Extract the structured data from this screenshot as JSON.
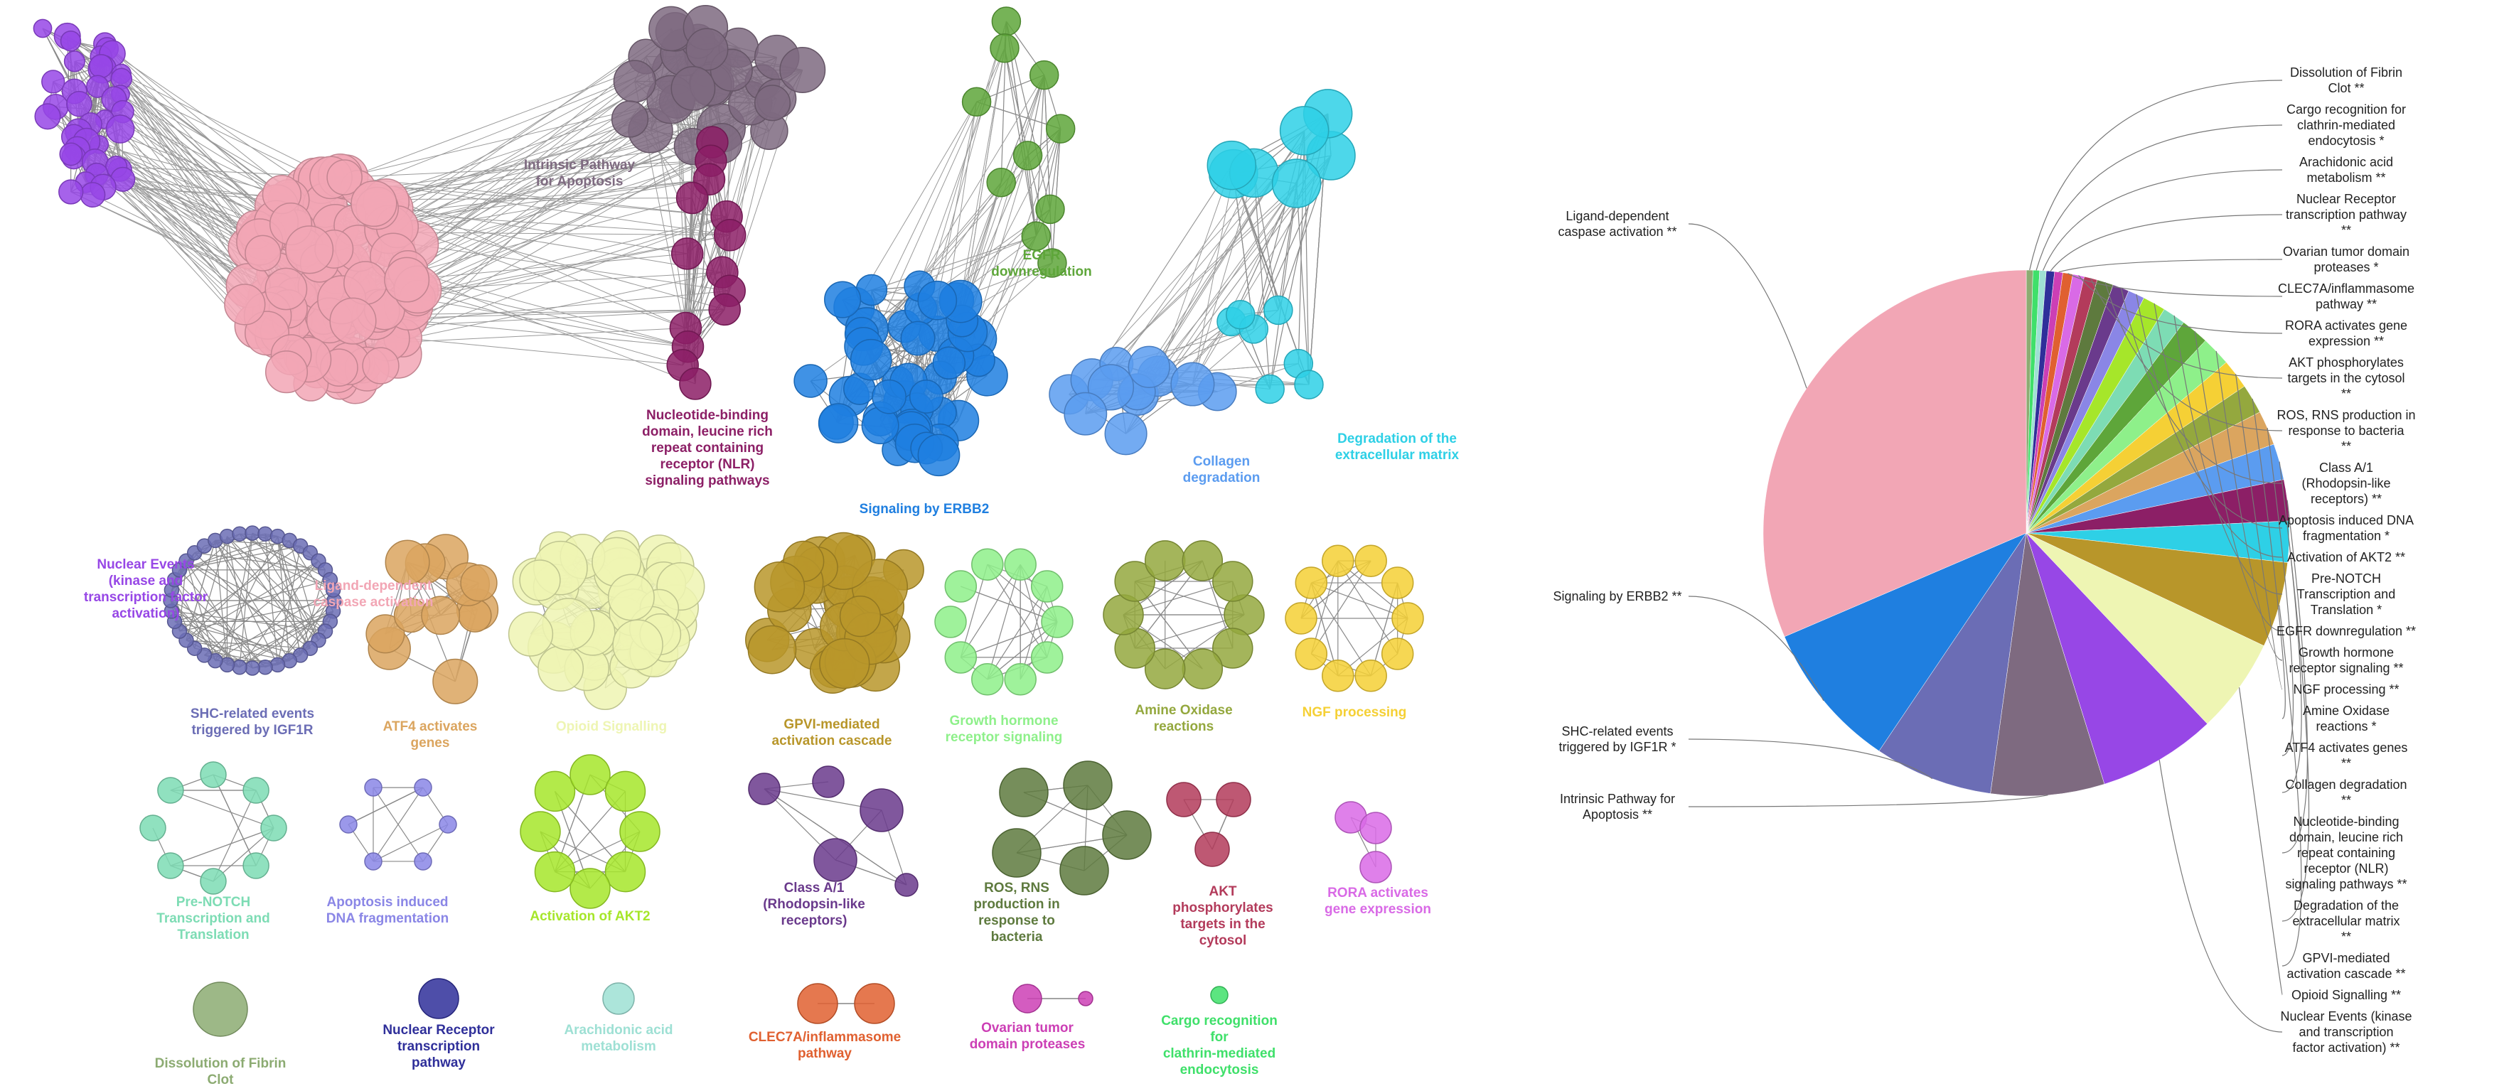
{
  "network": {
    "clusters": [
      {
        "key": "nuclear_events",
        "label": [
          "Nuclear Events",
          "(kinase and",
          "transcription factor",
          "activation)"
        ],
        "color": "#9747e6",
        "node_count": 40
      },
      {
        "key": "ligand",
        "label": [
          "Ligand-dependent",
          "caspase activation"
        ],
        "color": "#f2a6b5",
        "node_count": 120
      },
      {
        "key": "intrinsic",
        "label": [
          "Intrinsic Pathway",
          "for Apoptosis"
        ],
        "color": "#7e6a80",
        "node_count": 30
      },
      {
        "key": "nlr",
        "label": [
          "Nucleotide-binding",
          "domain, leucine rich",
          "repeat containing",
          "receptor (NLR)",
          "signaling pathways"
        ],
        "color": "#8c1f66",
        "node_count": 14
      },
      {
        "key": "erbb2",
        "label": [
          "Signaling by ERBB2"
        ],
        "color": "#1f7fe0",
        "node_count": 45
      },
      {
        "key": "egfr",
        "label": [
          "EGFR",
          "downregulation"
        ],
        "color": "#5ea63a",
        "node_count": 10
      },
      {
        "key": "collagen",
        "label": [
          "Collagen",
          "degradation"
        ],
        "color": "#5b9cf0",
        "node_count": 12
      },
      {
        "key": "ecm",
        "label": [
          "Degradation of the",
          "extracellular matrix"
        ],
        "color": "#2ed0e6",
        "node_count": 14
      },
      {
        "key": "shc",
        "label": [
          "SHC-related events",
          "triggered by IGF1R"
        ],
        "color": "#6b6db5",
        "node_count": 40
      },
      {
        "key": "atf4",
        "label": [
          "ATF4 activates",
          "genes"
        ],
        "color": "#dba55f",
        "node_count": 12
      },
      {
        "key": "opioid",
        "label": [
          "Opioid Signalling"
        ],
        "color": "#eef5b3",
        "node_count": 40
      },
      {
        "key": "gpvi",
        "label": [
          "GPVI-mediated",
          "activation cascade"
        ],
        "color": "#b8962a",
        "node_count": 30
      },
      {
        "key": "gh",
        "label": [
          "Growth hormone",
          "receptor signaling"
        ],
        "color": "#8ef08a",
        "node_count": 10
      },
      {
        "key": "amine",
        "label": [
          "Amine Oxidase",
          "reactions"
        ],
        "color": "#94a83e",
        "node_count": 10
      },
      {
        "key": "ngf",
        "label": [
          "NGF processing"
        ],
        "color": "#f5d035",
        "node_count": 10
      },
      {
        "key": "prenotch",
        "label": [
          "Pre-NOTCH",
          "Transcription and",
          "Translation"
        ],
        "color": "#7ddcb4",
        "node_count": 8
      },
      {
        "key": "apoptosis_dna",
        "label": [
          "Apoptosis induced",
          "DNA fragmentation"
        ],
        "color": "#8a86e6",
        "node_count": 6
      },
      {
        "key": "akt2",
        "label": [
          "Activation of AKT2"
        ],
        "color": "#a6e62a",
        "node_count": 8
      },
      {
        "key": "class_a1",
        "label": [
          "Class A/1",
          "(Rhodopsin-like",
          "receptors)"
        ],
        "color": "#6a3a8c",
        "node_count": 5
      },
      {
        "key": "ros",
        "label": [
          "ROS, RNS",
          "production in",
          "response to",
          "bacteria"
        ],
        "color": "#5e7a3e",
        "node_count": 5
      },
      {
        "key": "akt_targets",
        "label": [
          "AKT",
          "phosphorylates",
          "targets in the",
          "cytosol"
        ],
        "color": "#b33b5b",
        "node_count": 3
      },
      {
        "key": "rora",
        "label": [
          "RORA activates",
          "gene expression"
        ],
        "color": "#d96ae6",
        "node_count": 3
      },
      {
        "key": "fibrin",
        "label": [
          "Dissolution of Fibrin",
          "Clot"
        ],
        "color": "#8cab72",
        "node_count": 1
      },
      {
        "key": "nuclear_receptor",
        "label": [
          "Nuclear Receptor",
          "transcription",
          "pathway"
        ],
        "color": "#2f2f9a",
        "node_count": 1
      },
      {
        "key": "arachidonic",
        "label": [
          "Arachidonic acid",
          "metabolism"
        ],
        "color": "#9ee0d4",
        "node_count": 1
      },
      {
        "key": "clec7a",
        "label": [
          "CLEC7A/inflammasome",
          "pathway"
        ],
        "color": "#e06030",
        "node_count": 2
      },
      {
        "key": "ovarian",
        "label": [
          "Ovarian tumor",
          "domain proteases"
        ],
        "color": "#cc3fb5",
        "node_count": 2
      },
      {
        "key": "cargo",
        "label": [
          "Cargo recognition",
          "for",
          "clathrin-mediated",
          "endocytosis"
        ],
        "color": "#3fe06a",
        "node_count": 1
      }
    ]
  },
  "chart_data": {
    "type": "pie",
    "slices": [
      {
        "label": "Dissolution of Fibrin Clot **",
        "value": 0.4,
        "color": "#8cab72"
      },
      {
        "label": "Cargo recognition for clathrin-mediated endocytosis *",
        "value": 0.4,
        "color": "#3fe06a"
      },
      {
        "label": "Arachidonic acid metabolism **",
        "value": 0.4,
        "color": "#9ee0d4"
      },
      {
        "label": "Nuclear Receptor transcription pathway **",
        "value": 0.5,
        "color": "#2f2f9a"
      },
      {
        "label": "Ovarian tumor domain proteases *",
        "value": 0.5,
        "color": "#cc3fb5"
      },
      {
        "label": "CLEC7A/inflammasome pathway **",
        "value": 0.6,
        "color": "#e06030"
      },
      {
        "label": "RORA activates gene expression **",
        "value": 0.7,
        "color": "#d96ae6"
      },
      {
        "label": "AKT phosphorylates targets in the cytosol **",
        "value": 0.8,
        "color": "#b33b5b"
      },
      {
        "label": "ROS, RNS production in response to bacteria **",
        "value": 1.0,
        "color": "#5e7a3e"
      },
      {
        "label": "Class A/1 (Rhodopsin-like receptors) **",
        "value": 1.0,
        "color": "#6a3a8c"
      },
      {
        "label": "Apoptosis induced DNA fragmentation *",
        "value": 1.0,
        "color": "#8a86e6"
      },
      {
        "label": "Activation of AKT2 **",
        "value": 1.4,
        "color": "#a6e62a"
      },
      {
        "label": "Pre-NOTCH Transcription and Translation *",
        "value": 1.4,
        "color": "#7ddcb4"
      },
      {
        "label": "EGFR downregulation **",
        "value": 1.7,
        "color": "#5ea63a"
      },
      {
        "label": "Growth hormone receptor signaling **",
        "value": 1.8,
        "color": "#8ef08a"
      },
      {
        "label": "NGF processing **",
        "value": 1.8,
        "color": "#f5d035"
      },
      {
        "label": "Amine Oxidase reactions *",
        "value": 1.8,
        "color": "#94a83e"
      },
      {
        "label": "ATF4 activates genes **",
        "value": 2.1,
        "color": "#dba55f"
      },
      {
        "label": "Collagen degradation **",
        "value": 2.2,
        "color": "#5b9cf0"
      },
      {
        "label": "Nucleotide-binding domain, leucine rich repeat containing receptor (NLR) signaling pathways **",
        "value": 2.5,
        "color": "#8c1f66"
      },
      {
        "label": "Degradation of the extracellular matrix **",
        "value": 2.5,
        "color": "#2ed0e6"
      },
      {
        "label": "GPVI-mediated activation cascade **",
        "value": 5.2,
        "color": "#b8962a"
      },
      {
        "label": "Opioid Signalling **",
        "value": 5.8,
        "color": "#eef5b3"
      },
      {
        "label": "Nuclear Events (kinase and transcription factor activation) **",
        "value": 7.2,
        "color": "#9747e6"
      },
      {
        "label": "Intrinsic Pathway for Apoptosis **",
        "value": 6.9,
        "color": "#7e6a80"
      },
      {
        "label": "SHC-related events triggered by IGF1R *",
        "value": 7.2,
        "color": "#6b6db5"
      },
      {
        "label": "Signaling by ERBB2 **",
        "value": 9.0,
        "color": "#1f7fe0"
      },
      {
        "label": "Ligand-dependent caspase activation **",
        "value": 31.1,
        "color": "#f2a6b5"
      }
    ]
  }
}
